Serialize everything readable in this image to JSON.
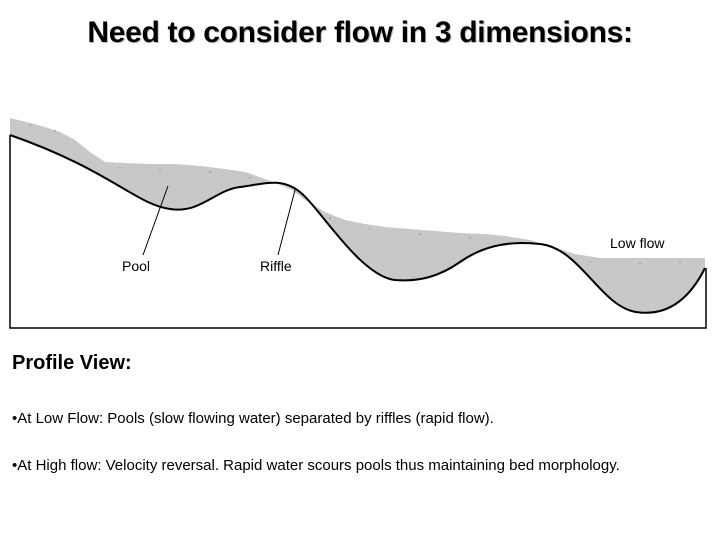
{
  "slide": {
    "title": "Need to consider flow in 3 dimensions:"
  },
  "diagram": {
    "labels": {
      "pool": "Pool",
      "riffle": "Riffle",
      "low_flow": "Low flow"
    },
    "colors": {
      "water": "#c8c8c8",
      "outline": "#000000"
    }
  },
  "content": {
    "heading": "Profile View:",
    "bullets": [
      "•At Low Flow:  Pools (slow flowing water) separated by riffles (rapid flow).",
      "•At High flow:  Velocity reversal.  Rapid water scours pools thus maintaining bed morphology."
    ]
  }
}
